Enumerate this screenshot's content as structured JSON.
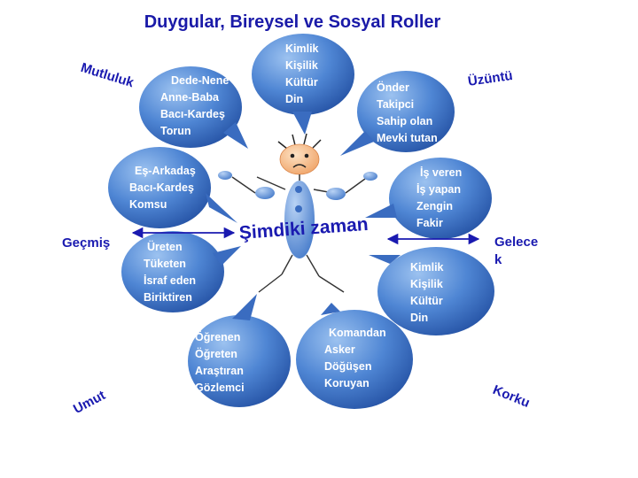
{
  "title": "Duygular, Bireysel ve Sosyal Roller",
  "emotions": {
    "top_left": "Mutluluk",
    "top_right": "Üzüntü",
    "bottom_left": "Umut",
    "bottom_right": "Korku"
  },
  "timeline": {
    "past": "Geçmiş",
    "present": "Şimdiki zaman",
    "future_line1": "Gelece",
    "future_line2": "k"
  },
  "bubbles": {
    "top": [
      "Kimlik",
      "Kişilik",
      "Kültür",
      "Din"
    ],
    "top_left": [
      "Dede-Nene",
      "Anne-Baba",
      "Bacı-Kardeş",
      "Torun"
    ],
    "top_right": [
      "Önder",
      "Takipci",
      "Sahip olan",
      "Mevki tutan"
    ],
    "left": [
      "Eş-Arkadaş",
      "Bacı-Kardeş",
      "Komsu"
    ],
    "right": [
      "İş veren",
      "İş yapan",
      "Zengin",
      "Fakir"
    ],
    "left_mid": [
      "Üreten",
      "Tüketen",
      "İsraf eden",
      "Biriktiren"
    ],
    "right_mid": [
      "Kimlik",
      "Kişilik",
      "Kültür",
      "Din"
    ],
    "bottom_left": [
      "Öğrenen",
      "Öğreten",
      "Araştıran",
      "Gözlemci"
    ],
    "bottom_right": [
      "Komandan",
      "Asker",
      "Döğüşen",
      "Koruyan"
    ]
  },
  "colors": {
    "title": "#1a1aa8",
    "bubble_light": "#8fb8ea",
    "bubble_dark": "#2f63b8",
    "figure": "#6f9fe0",
    "face": "#f7c79a",
    "arrow": "#1a1ab0"
  }
}
